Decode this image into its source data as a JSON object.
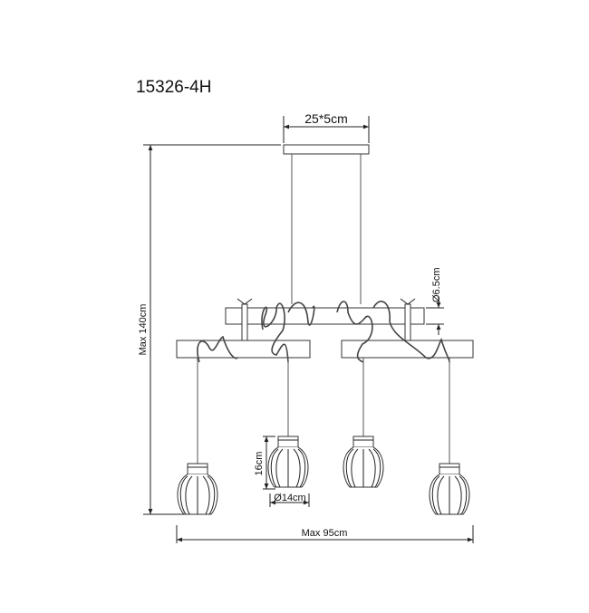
{
  "model_number": "15326-4H",
  "dimensions": {
    "canopy": "25*5cm",
    "beam_diameter": "Ø6.5cm",
    "total_height": "Max 140cm",
    "shade_height": "16cm",
    "shade_diameter": "Ø14cm",
    "total_width": "Max 95cm"
  }
}
